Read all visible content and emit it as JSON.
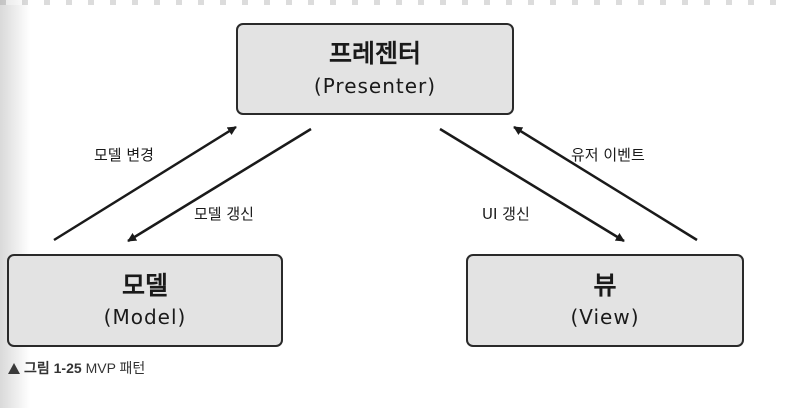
{
  "diagram": {
    "nodes": {
      "presenter": {
        "title": "프레젠터",
        "subtitle": "(Presenter)"
      },
      "model": {
        "title": "모델",
        "subtitle": "(Model)"
      },
      "view": {
        "title": "뷰",
        "subtitle": "(View)"
      }
    },
    "edges": {
      "model_change": {
        "label": "모델 변경",
        "from": "model",
        "to": "presenter"
      },
      "model_update": {
        "label": "모델 갱신",
        "from": "presenter",
        "to": "model"
      },
      "ui_update": {
        "label": "UI 갱신",
        "from": "presenter",
        "to": "view"
      },
      "user_event": {
        "label": "유저 이벤트",
        "from": "view",
        "to": "presenter"
      }
    }
  },
  "caption": {
    "figure": "그림 1-25",
    "text": "MVP 패턴"
  },
  "colors": {
    "box_fill": "#e3e3e3",
    "stroke": "#1a1a1a"
  }
}
